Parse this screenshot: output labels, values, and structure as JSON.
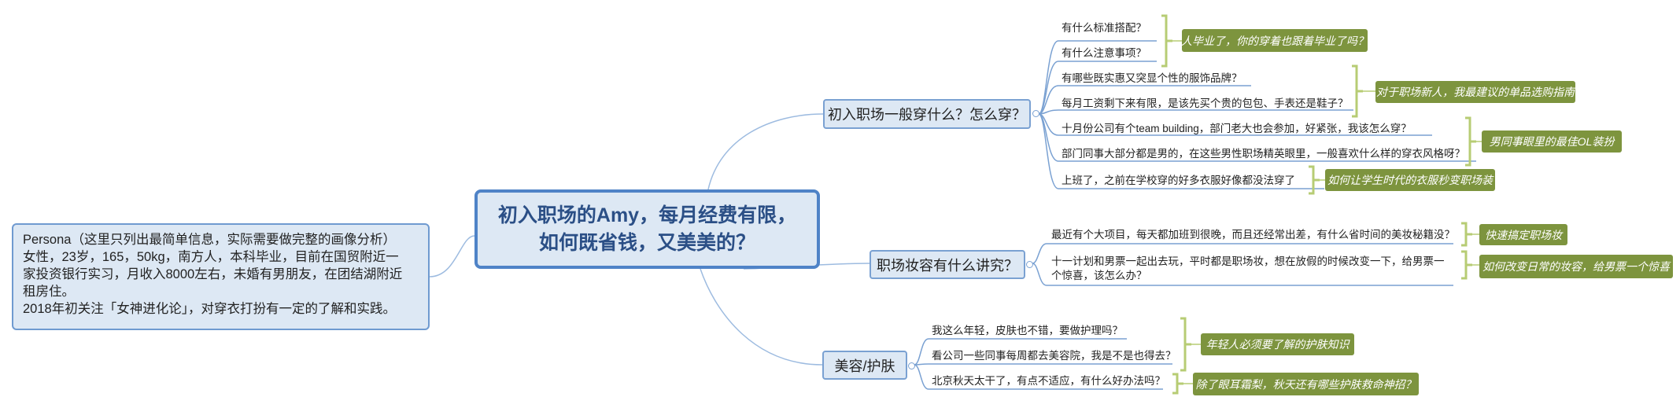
{
  "persona": {
    "lines": [
      "Persona（这里只列出最简单信息，实际需要做完整的画像分析）",
      "女性，23岁，165，50kg，南方人，本科毕业，目前在国贸附近一",
      "家投资银行实习，月收入8000左右，未婚有男朋友，在团结湖附近",
      "租房住。",
      "2018年初关注「女神进化论」，对穿衣打扮有一定的了解和实践。"
    ]
  },
  "central": {
    "line1": "初入职场的Amy，每月经费有限，",
    "line2": "如何既省钱，又美美的？"
  },
  "branches": {
    "b1": {
      "label": "初入职场一般穿什么？怎么穿？",
      "items": [
        "有什么标准搭配？",
        "有什么注意事项？",
        "有哪些既实惠又突显个性的服饰品牌？",
        "每月工资剩下来有限，是该先买个贵的包包、手表还是鞋子？",
        "十月份公司有个team building，部门老大也会参加，好紧张，我该怎么穿？",
        "部门同事大部分都是男的，在这些男性职场精英眼里，一般喜欢什么样的穿衣风格呀？",
        "上班了，之前在学校穿的好多衣服好像都没法穿了"
      ],
      "tags": [
        "人毕业了，你的穿着也跟着毕业了吗？",
        "对于职场新人，我最建议的单品选购指南",
        "男同事眼里的最佳OL装扮",
        "如何让学生时代的衣服秒变职场装"
      ]
    },
    "b2": {
      "label": "职场妆容有什么讲究？",
      "items": [
        "最近有个大项目，每天都加班到很晚，而且还经常出差，有什么省时间的美妆秘籍没？",
        "十一计划和男票一起出去玩，平时都是职场妆，想在放假的时候改变一下，给男票一个惊喜，该怎么办？"
      ],
      "tags": [
        "快速搞定职场妆",
        "如何改变日常的妆容，给男票一个惊喜"
      ]
    },
    "b3": {
      "label": "美容/护肤",
      "items": [
        "我这么年轻，皮肤也不错，要做护理吗？",
        "看公司一些同事每周都去美容院，我是不是也得去？",
        "北京秋天太干了，有点不适应，有什么好办法吗？"
      ],
      "tags": [
        "年轻人必须要了解的护肤知识",
        "除了眼耳霜梨，秋天还有哪些护肤救命神招？"
      ]
    }
  },
  "colors": {
    "line": "#7aa1d2",
    "tag": "#7d943e",
    "bracket": "#b7cc74",
    "central_border": "#4f83c7"
  }
}
